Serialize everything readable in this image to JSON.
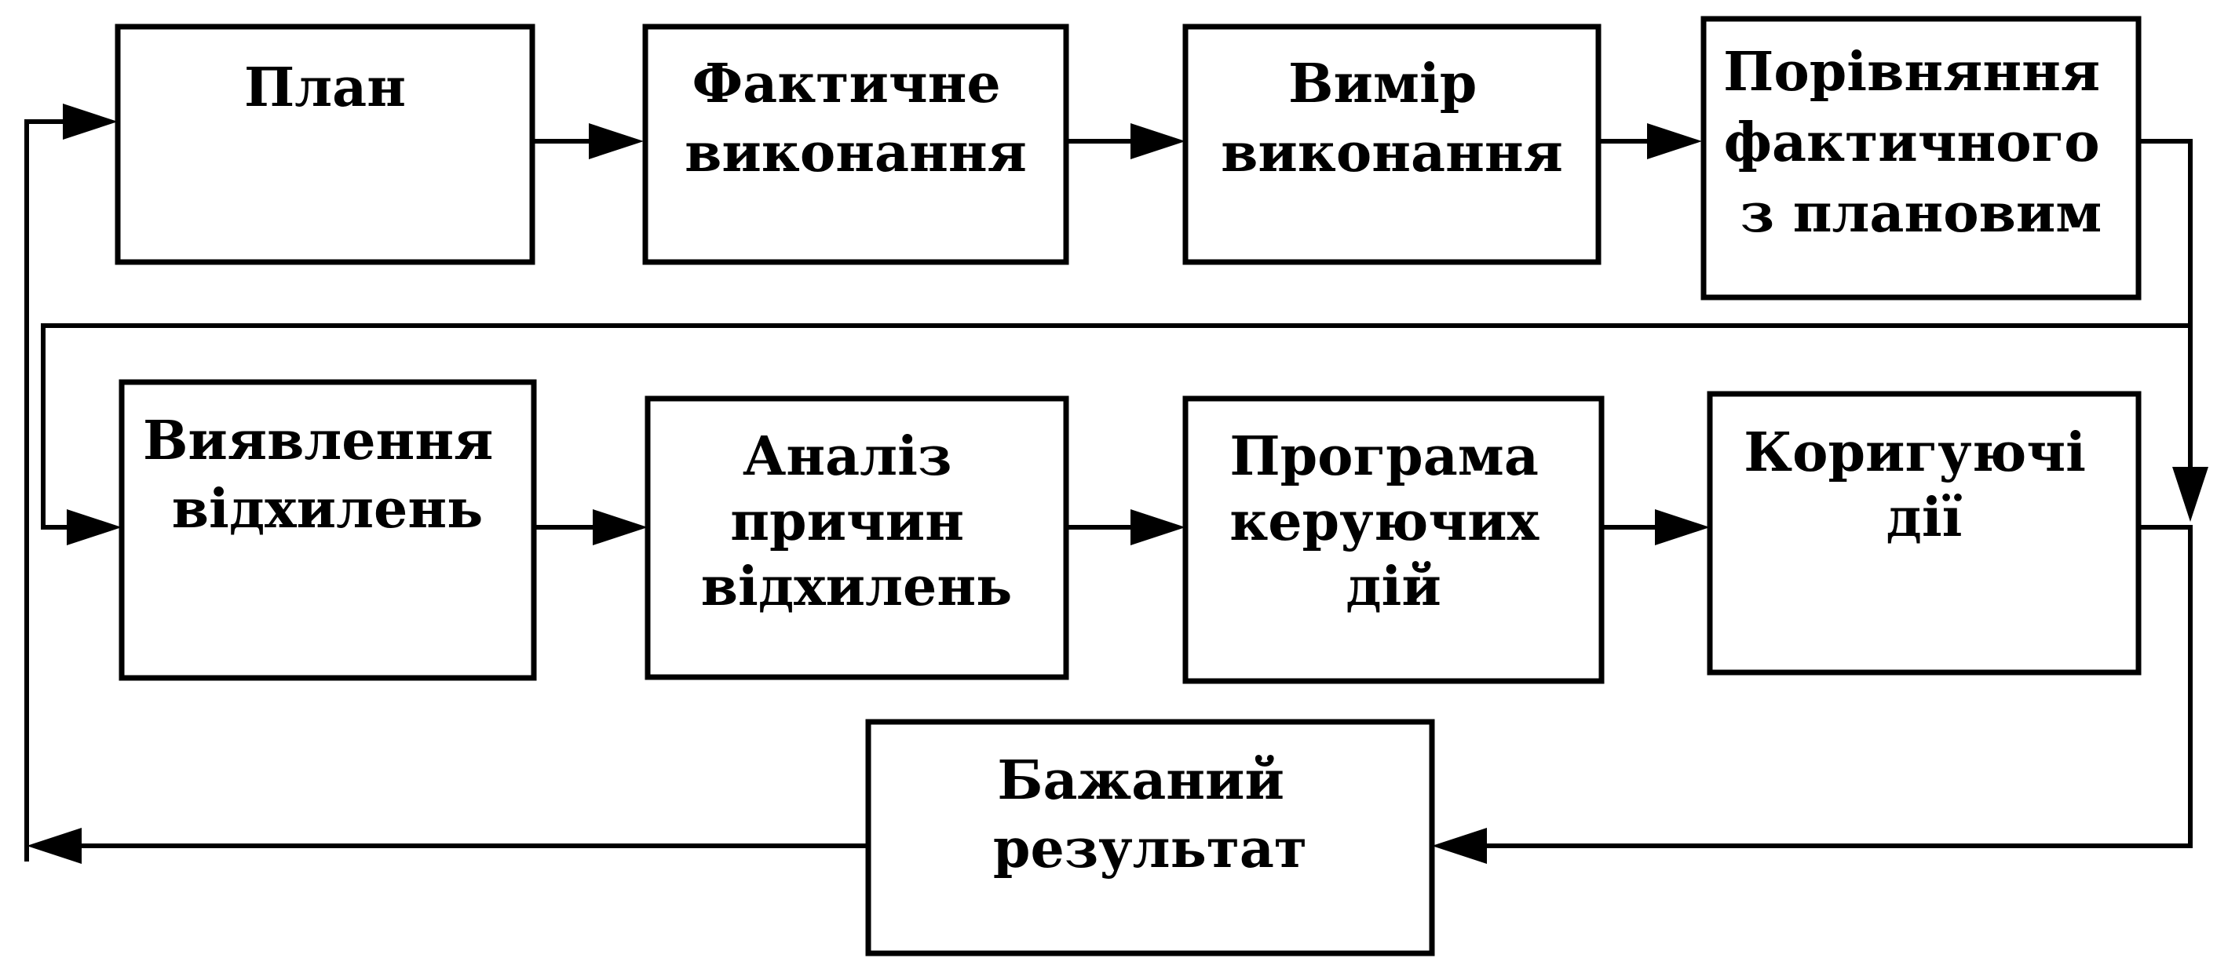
{
  "blocks": [
    {
      "id": "plan",
      "lines": [
        "План"
      ]
    },
    {
      "id": "actual",
      "lines": [
        "Фактичне",
        "виконання"
      ]
    },
    {
      "id": "measure",
      "lines": [
        "Вимір",
        "виконання"
      ]
    },
    {
      "id": "compare",
      "lines": [
        "Порівняння",
        "фактичного",
        "з плановим"
      ]
    },
    {
      "id": "deviations",
      "lines": [
        "Виявлення",
        "відхилень"
      ]
    },
    {
      "id": "analysis",
      "lines": [
        "Аналіз",
        "причин",
        "відхилень"
      ]
    },
    {
      "id": "program",
      "lines": [
        "Програма",
        "керуючих",
        "дій"
      ]
    },
    {
      "id": "corrective",
      "lines": [
        "Коригуючі",
        "дії"
      ]
    },
    {
      "id": "result",
      "lines": [
        "Бажаний",
        "результат"
      ]
    }
  ],
  "colors": {
    "stroke": "#000000",
    "background": "#ffffff"
  }
}
